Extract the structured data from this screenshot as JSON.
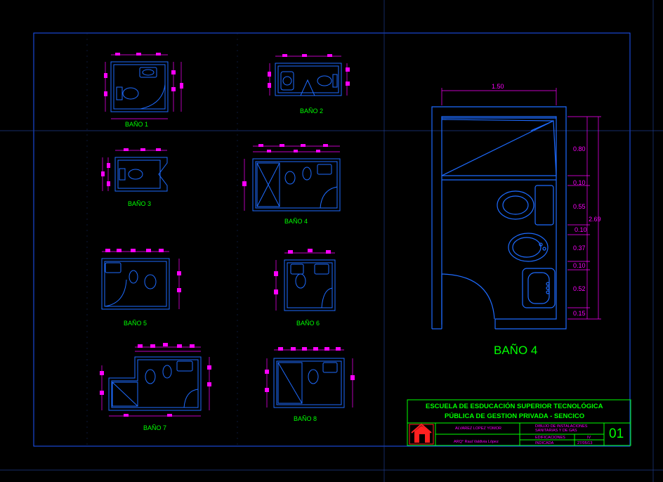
{
  "colors": {
    "wall": "#1e6bff",
    "fixture": "#2a7cff",
    "dimension": "#ff00ff",
    "text": "#00ff00",
    "frame": "#1e56ff",
    "background": "#000000"
  },
  "plans": [
    {
      "label": "BAÑO 1"
    },
    {
      "label": "BAÑO 2"
    },
    {
      "label": "BAÑO 3"
    },
    {
      "label": "BAÑO 4"
    },
    {
      "label": "BAÑO 5"
    },
    {
      "label": "BAÑO 6"
    },
    {
      "label": "BAÑO 7"
    },
    {
      "label": "BAÑO 8"
    }
  ],
  "detail": {
    "title": "BAÑO 4",
    "width_dim": "1.50",
    "total_height_dim": "2.69",
    "segment_dims": [
      "0.80",
      "0.10",
      "0.55",
      "0.10",
      "0.37",
      "0.10",
      "0.52",
      "0.15"
    ]
  },
  "title_block": {
    "school_line1": "ESCUELA DE ESDUCACIÓN SUPERIOR TECNOLÓGICA",
    "school_line2": "PÚBLICA DE GESTION PRIVADA - SENCICO",
    "student": "ALVAREZ LOPEZ YOMOR",
    "teacher": "ARQ° Raul Valdivia López",
    "course_line1": "DIBUJO DE INSTALACIONES",
    "course_line2": "SANITARIAS Y DE GAS",
    "category": "EDIFICACIONES",
    "cycle": "IV",
    "scale": "INDICADA",
    "date": "27/05/13",
    "sheet_number": "01"
  }
}
